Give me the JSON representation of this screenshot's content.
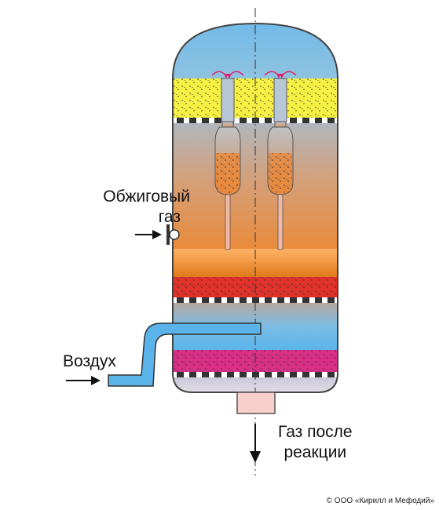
{
  "labels": {
    "roasting_gas_line1": "Обжиговый",
    "roasting_gas_line2": "газ",
    "air": "Воздух",
    "gas_after_line1": "Газ после",
    "gas_after_line2": "реакции"
  },
  "copyright": "© ООО «Кирилл и Мефодий»",
  "colors": {
    "vessel_top": "#6fb9e9",
    "vessel_mid": "#c9a488",
    "vessel_bottom": "#e07b1e",
    "catalyst_yellow": "#f5f043",
    "catalyst_red": "#e0312a",
    "catalyst_magenta": "#d92f87",
    "air_pipe": "#5ab4ea",
    "outlet_pipe": "#f7d0cc",
    "orange_zone": "#e8821f",
    "inner_tube": "#f1b9a4",
    "arrow_red": "#e0226c"
  }
}
